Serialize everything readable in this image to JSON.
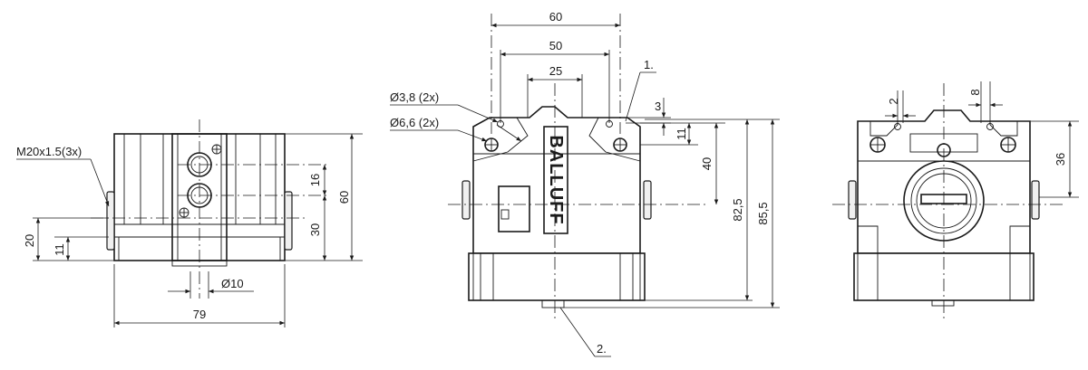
{
  "left_view": {
    "thread_label": "M20x1.5(3x)",
    "dim_width": "79",
    "dim_height": "60",
    "dim_16": "16",
    "dim_30": "30",
    "dim_20": "20",
    "dim_11": "11",
    "dim_diameter": "Ø10"
  },
  "front_view": {
    "dim_60": "60",
    "dim_50": "50",
    "dim_25": "25",
    "hole_small": "Ø3,8 (2x)",
    "hole_large": "Ø6,6 (2x)",
    "callout_1": "1.",
    "callout_2": "2.",
    "dim_3": "3",
    "dim_11": "11",
    "dim_40": "40",
    "dim_82_5": "82,5",
    "dim_85_5": "85,5",
    "brand": "BALLUFF"
  },
  "right_view": {
    "dim_2": "2",
    "dim_8": "8",
    "dim_36": "36"
  }
}
